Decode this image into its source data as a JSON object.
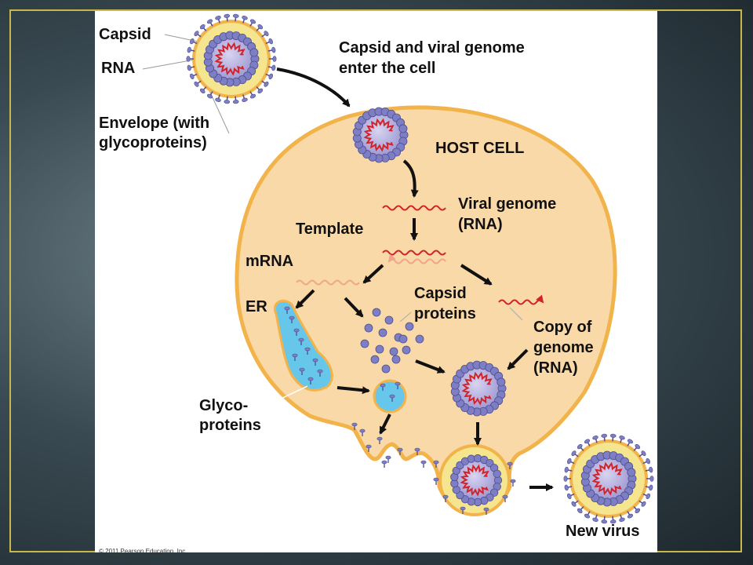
{
  "labels": {
    "capsid": "Capsid",
    "rna": "RNA",
    "envelope_line1": "Envelope (with",
    "envelope_line2": "glycoproteins)",
    "enter_line1": "Capsid and viral genome",
    "enter_line2": "enter the cell",
    "host_cell": "HOST CELL",
    "viral_genome_line1": "Viral genome",
    "viral_genome_line2": "(RNA)",
    "template": "Template",
    "mrna": "mRNA",
    "er": "ER",
    "capsid_proteins_line1": "Capsid",
    "capsid_proteins_line2": "proteins",
    "copy_line1": "Copy of",
    "copy_line2": "genome",
    "copy_line3": "(RNA)",
    "glyco_line1": "Glyco-",
    "glyco_line2": "proteins",
    "new_virus": "New virus",
    "copyright": "© 2011 Pearson Education, Inc."
  },
  "colors": {
    "cell_fill": "#fad9a8",
    "cell_outline": "#f1b34a",
    "capsid_protein": "#7e7ec4",
    "capsid_interior": "#a8a3d8",
    "rna_strand": "#d2232a",
    "envelope": "#f6e58f",
    "er_fill": "#67c7ea",
    "arrow": "#111111",
    "frame": "#c8b84a"
  }
}
